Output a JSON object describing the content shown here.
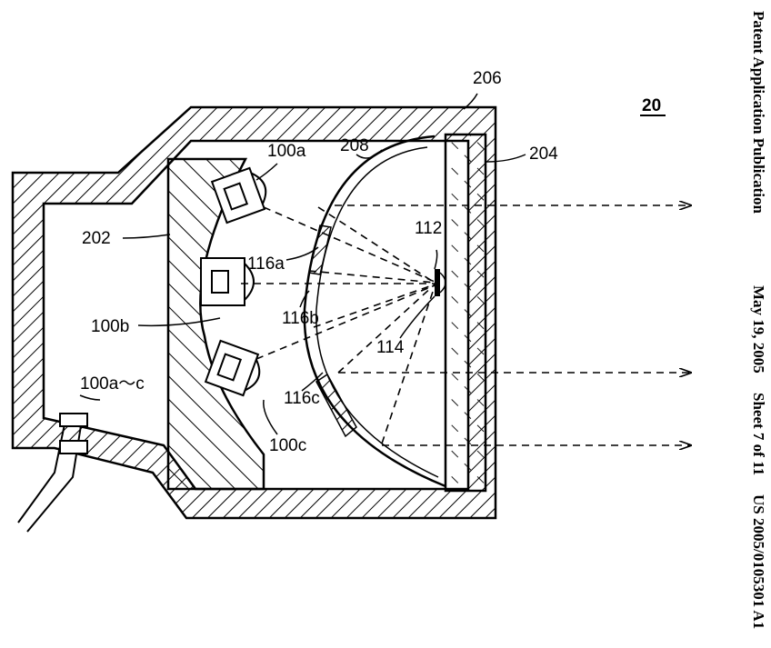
{
  "header": {
    "publication": "Patent Application Publication",
    "date": "May 19, 2005",
    "sheet": "Sheet 7 of 11",
    "number": "US 2005/0105301 A1"
  },
  "figure": {
    "ref": "20",
    "labels": {
      "l206": "206",
      "l204": "204",
      "l208": "208",
      "l202": "202",
      "l100a": "100a",
      "l112": "112",
      "l116a": "116a",
      "l100b": "100b",
      "l116b": "116b",
      "l114": "114",
      "l100ac": "100a～c",
      "l116c": "116c",
      "l100c": "100c"
    }
  }
}
